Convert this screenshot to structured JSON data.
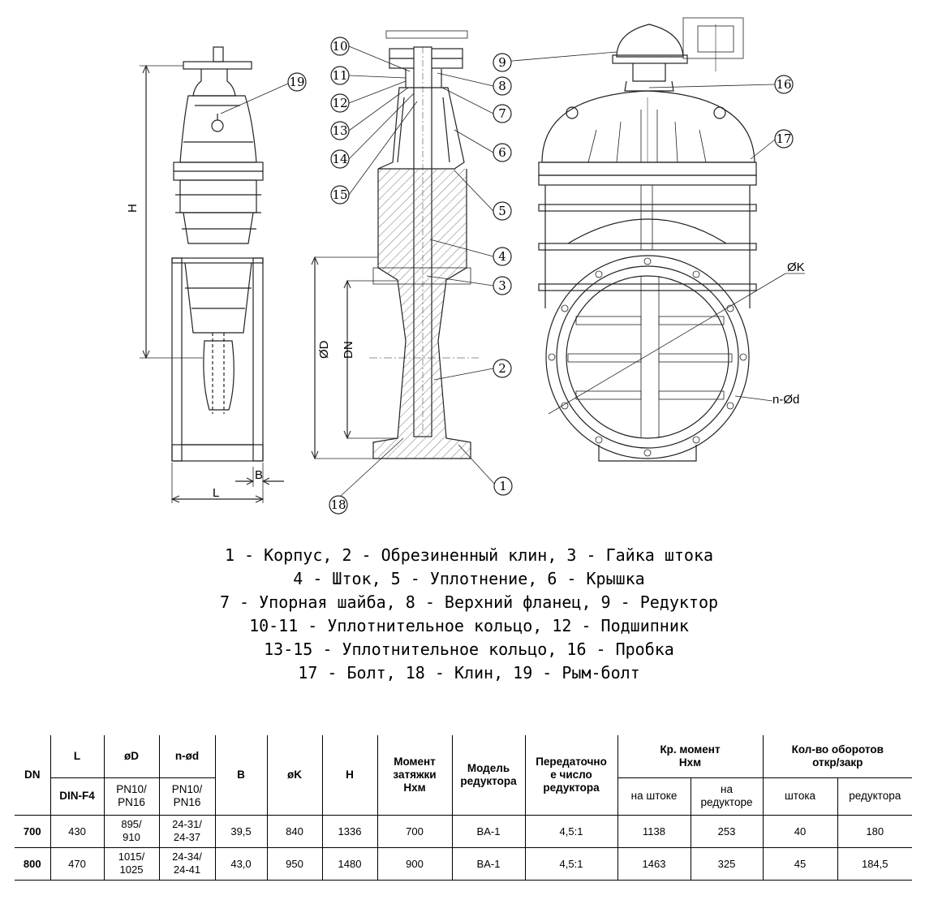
{
  "drawing": {
    "dimensions": {
      "H": "H",
      "L": "L",
      "B": "B",
      "OD": "ØD",
      "DN": "DN",
      "OK": "ØK",
      "nOd": "n-Ød"
    },
    "callouts": [
      "1",
      "2",
      "3",
      "4",
      "5",
      "6",
      "7",
      "8",
      "9",
      "10",
      "11",
      "12",
      "13",
      "14",
      "15",
      "16",
      "17",
      "18",
      "19"
    ]
  },
  "legend": [
    "1 - Корпус, 2 - Обрезиненный клин, 3 - Гайка штока",
    "4 - Шток, 5 - Уплотнение, 6 - Крышка",
    "7 - Упорная шайба, 8 - Верхний фланец, 9 - Редуктор",
    "10-11 - Уплотнительное кольцо, 12 - Подшипник",
    "13-15 - Уплотнительное кольцо, 16 - Пробка",
    "17 - Болт, 18 - Клин, 19 - Рым-болт"
  ],
  "table": {
    "headers": {
      "dn": "DN",
      "l": "L",
      "l_sub": "DIN-F4",
      "od": "øD",
      "od_sub1": "PN10/",
      "od_sub2": "PN16",
      "nod": "n-ød",
      "nod_sub1": "PN10/",
      "nod_sub2": "PN16",
      "b": "B",
      "ok": "øK",
      "h": "H",
      "torque1": "Момент",
      "torque2": "затяжки",
      "torque3": "Нхм",
      "model1": "Модель",
      "model2": "редуктора",
      "ratio1": "Передаточно",
      "ratio2": "е число",
      "ratio3": "редуктора",
      "crit1": "Кр. момент",
      "crit2": "Нхм",
      "crit_stem": "на штоке",
      "crit_red1": "на",
      "crit_red2": "редукторе",
      "turns1": "Кол-во оборотов",
      "turns2": "откр/закр",
      "turns_stem": "штока",
      "turns_red": "редуктора"
    },
    "rows": [
      {
        "dn": "700",
        "l": "430",
        "od1": "895/",
        "od2": "910",
        "nod1": "24-31/",
        "nod2": "24-37",
        "b": "39,5",
        "ok": "840",
        "h": "1336",
        "torque": "700",
        "model": "BA-1",
        "ratio": "4,5:1",
        "crit_stem": "1138",
        "crit_red": "253",
        "turns_stem": "40",
        "turns_red": "180"
      },
      {
        "dn": "800",
        "l": "470",
        "od1": "1015/",
        "od2": "1025",
        "nod1": "24-34/",
        "nod2": "24-41",
        "b": "43,0",
        "ok": "950",
        "h": "1480",
        "torque": "900",
        "model": "BA-1",
        "ratio": "4,5:1",
        "crit_stem": "1463",
        "crit_red": "325",
        "turns_stem": "45",
        "turns_red": "184,5"
      }
    ]
  }
}
